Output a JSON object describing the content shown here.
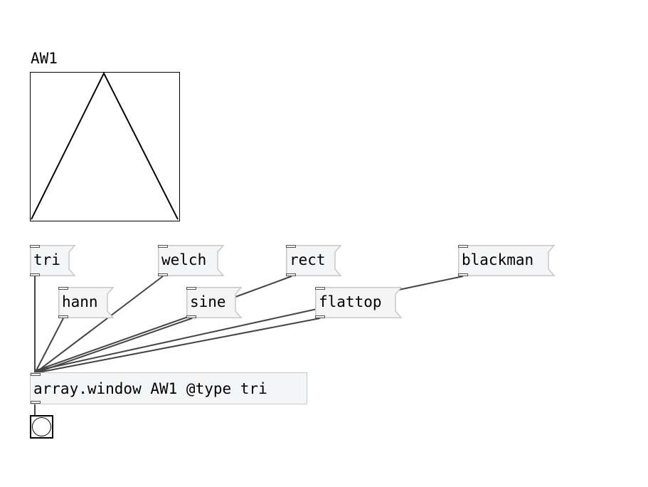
{
  "canvas": {
    "array_label": "AW1",
    "messages": [
      "tri",
      "hann",
      "welch",
      "sine",
      "rect",
      "flattop",
      "blackman"
    ],
    "object_text": "array.window AW1 @type tri"
  }
}
